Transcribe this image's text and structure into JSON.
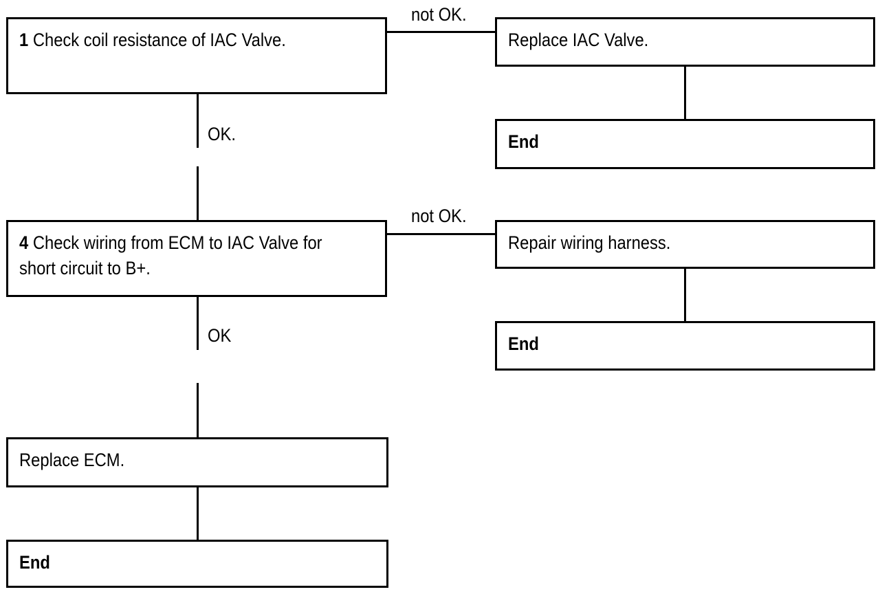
{
  "steps": {
    "step1": {
      "number": "1",
      "text": "Check coil resistance of IAC Valve."
    },
    "step4": {
      "number": "4",
      "text": "Check wiring from ECM to IAC Valve for\nshort circuit to B+."
    }
  },
  "actions": {
    "replace_iac": "Replace IAC Valve.",
    "repair_wiring": "Repair wiring harness.",
    "replace_ecm": "Replace ECM."
  },
  "end_label": "End",
  "branch_labels": {
    "step1_not_ok": "not OK.",
    "step1_ok": "OK.",
    "step4_not_ok": "not OK.",
    "step4_ok": "OK"
  }
}
